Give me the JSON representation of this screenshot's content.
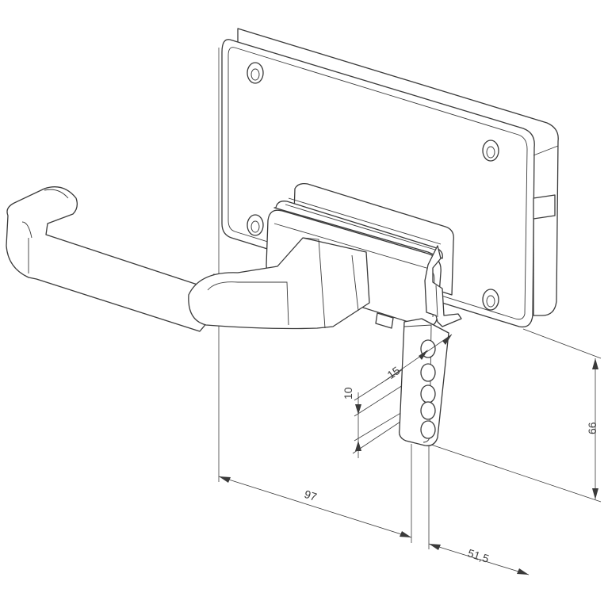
{
  "dimensions": {
    "d97": "97",
    "d51_5": "51,5",
    "d66": "66",
    "d15": "15",
    "d10": "10"
  },
  "colors": {
    "line": "#3a3a3a",
    "background": "#ffffff"
  }
}
